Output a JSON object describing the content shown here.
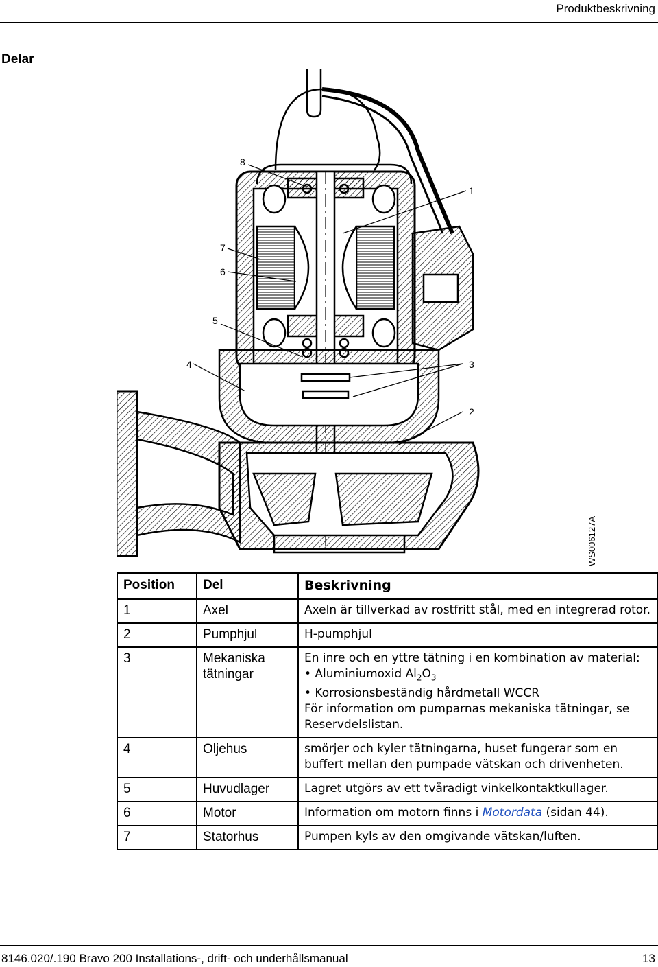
{
  "header": {
    "section_name": "Produktbeskrivning"
  },
  "section_title": "Delar",
  "figure": {
    "callouts": [
      "8",
      "1",
      "7",
      "6",
      "5",
      "4",
      "3",
      "2"
    ],
    "figure_id": "WS006127A"
  },
  "table": {
    "headers": {
      "position": "Position",
      "del": "Del",
      "beskrivning": "Beskrivning"
    },
    "rows": [
      {
        "pos": "1",
        "del": "Axel",
        "desc": "Axeln är tillverkad av rostfritt stål, med en integrerad rotor."
      },
      {
        "pos": "2",
        "del": "Pumphjul",
        "desc": "H-pumphjul"
      },
      {
        "pos": "3",
        "del": "Mekaniska tätningar",
        "desc_intro": "En inre och en yttre tätning i en kombination av material:",
        "bullet1_prefix": "• Aluminiumoxid Al",
        "bullet1_sub1": "2",
        "bullet1_mid": "O",
        "bullet1_sub2": "3",
        "bullet2": "• Korrosionsbeständig hårdmetall WCCR",
        "desc_outro": "För information om pumparnas mekaniska tätningar, se Reservdelslistan."
      },
      {
        "pos": "4",
        "del": "Oljehus",
        "desc": "smörjer och kyler tätningarna, huset fungerar som en buffert mellan den pumpade vätskan och drivenheten."
      },
      {
        "pos": "5",
        "del": "Huvudlager",
        "desc": "Lagret utgörs av ett tvåradigt vinkelkontaktkullager."
      },
      {
        "pos": "6",
        "del": "Motor",
        "desc_prefix": "Information om motorn finns i ",
        "desc_link": "Motordata",
        "desc_suffix": " (sidan 44)."
      },
      {
        "pos": "7",
        "del": "Statorhus",
        "desc": "Pumpen kyls av den omgivande vätskan/luften."
      }
    ]
  },
  "footer": {
    "doc_title": "8146.020/.190 Bravo 200 Installations-, drift- och underhållsmanual",
    "page_number": "13"
  }
}
